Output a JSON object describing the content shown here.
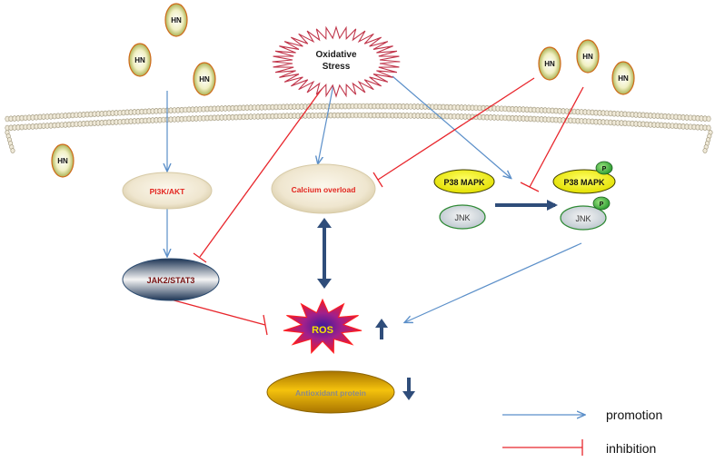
{
  "nodes": {
    "hn_label": "HN",
    "oxidative_stress": [
      "Oxidative",
      "Stress"
    ],
    "pi3k_akt": "PI3K/AKT",
    "calcium_overload": "Calcium overload",
    "jak2_stat3": "JAK2/STAT3",
    "ros": "ROS",
    "antioxidant_protein": "Antioxidant protein",
    "p38_mapk": "P38 MAPK",
    "jnk": "JNK",
    "phospho": "P"
  },
  "legend": {
    "promotion": "promotion",
    "inhibition": "inhibition"
  },
  "colors": {
    "promotion": "#5b8fc9",
    "inhibition": "#e8262c",
    "bold_arrow": "#2f4d7a",
    "membrane": "#c9bfa3"
  }
}
